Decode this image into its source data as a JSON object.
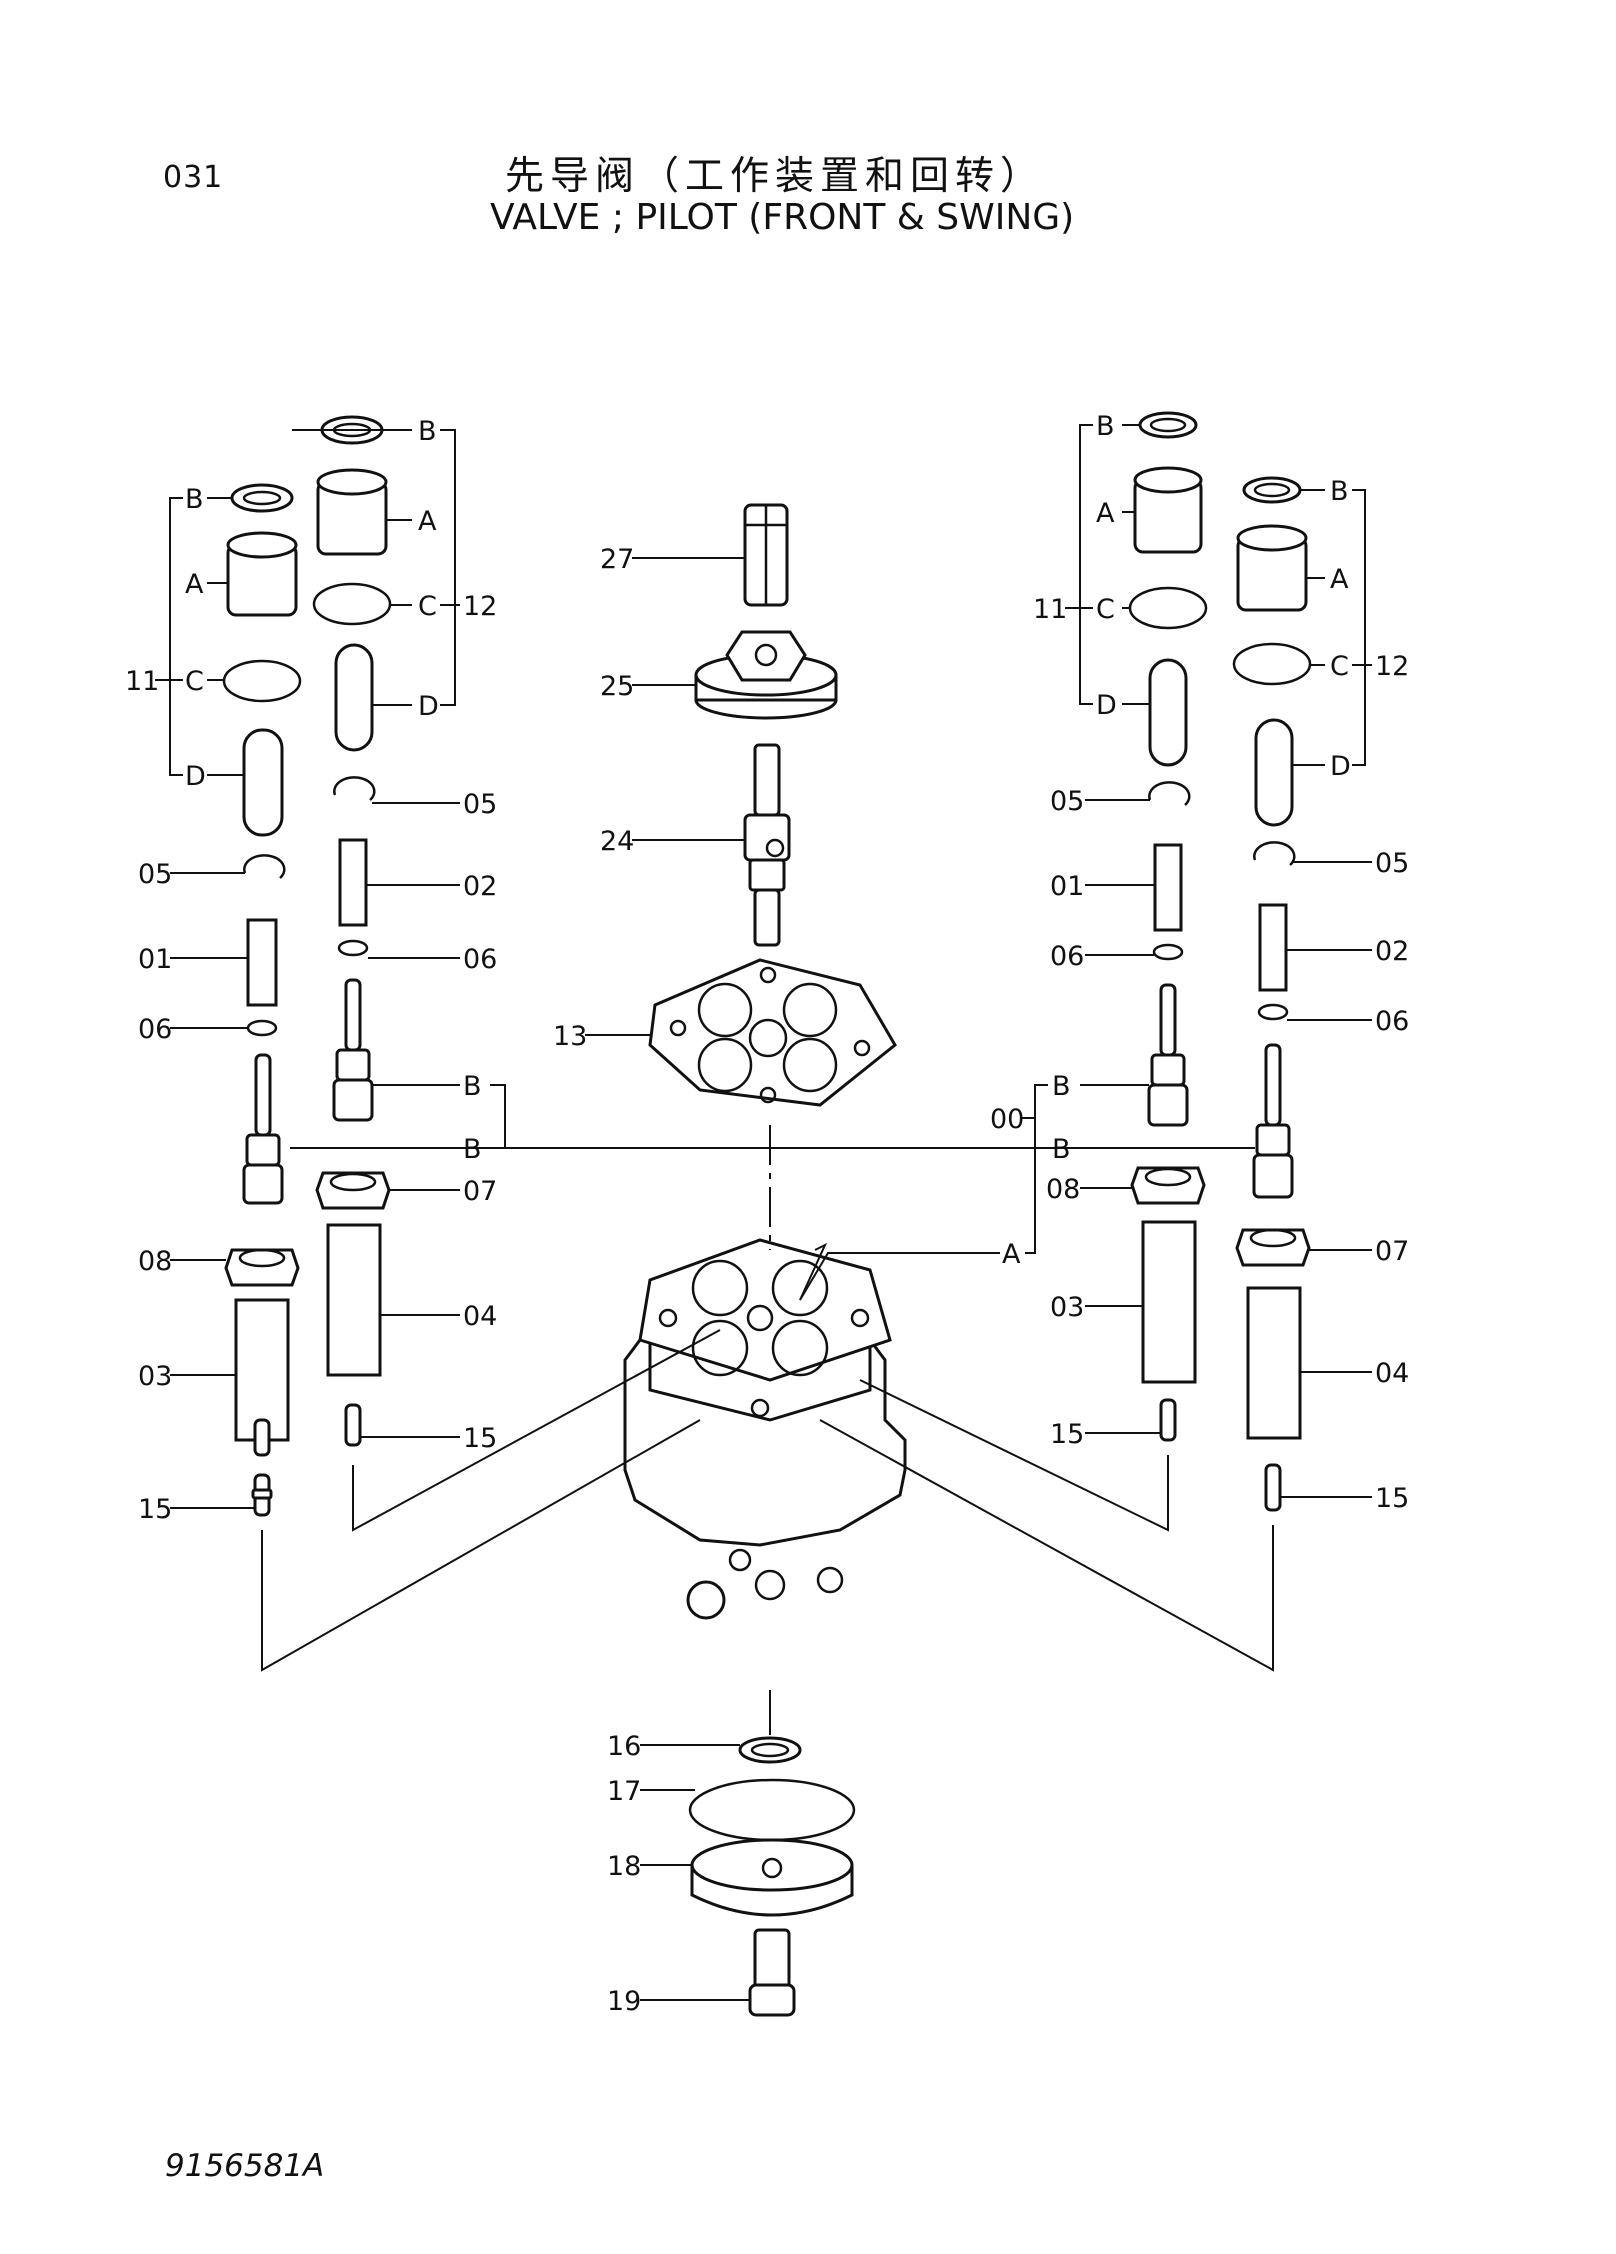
{
  "header": {
    "page_number": "031",
    "title_cn": "先导阀（工作装置和回转）",
    "title_en": "VALVE ; PILOT (FRONT & SWING)"
  },
  "footer": {
    "drawing_number": "9156581A"
  },
  "callouts": {
    "left": {
      "top_b": "B",
      "top_a": "A",
      "c12": "C",
      "n12": "12",
      "d12": "D",
      "b11": "B",
      "a11": "A",
      "n11": "11",
      "c11": "C",
      "d11": "D",
      "p05a": "05",
      "p02": "02",
      "p06a": "06",
      "p05b": "05",
      "p01": "01",
      "p06b": "06",
      "b1": "B",
      "b2": "B",
      "p07": "07",
      "p08": "08",
      "p04": "04",
      "p03": "03",
      "p15a": "15",
      "p15b": "15"
    },
    "right": {
      "b11": "B",
      "a11": "A",
      "n11": "11",
      "c11": "C",
      "d11": "D",
      "b12": "B",
      "a12": "A",
      "c12": "C",
      "n12": "12",
      "d12": "D",
      "p05a": "05",
      "p05b": "05",
      "p01": "01",
      "p02": "02",
      "p06a": "06",
      "p06b": "06",
      "b1": "B",
      "p00": "00",
      "b2": "B",
      "p08": "08",
      "a": "A",
      "p07": "07",
      "p03": "03",
      "p04": "04",
      "p15a": "15",
      "p15b": "15"
    },
    "center": {
      "p27": "27",
      "p25": "25",
      "p24": "24",
      "p13": "13",
      "p16": "16",
      "p17": "17",
      "p18": "18",
      "p19": "19"
    }
  }
}
